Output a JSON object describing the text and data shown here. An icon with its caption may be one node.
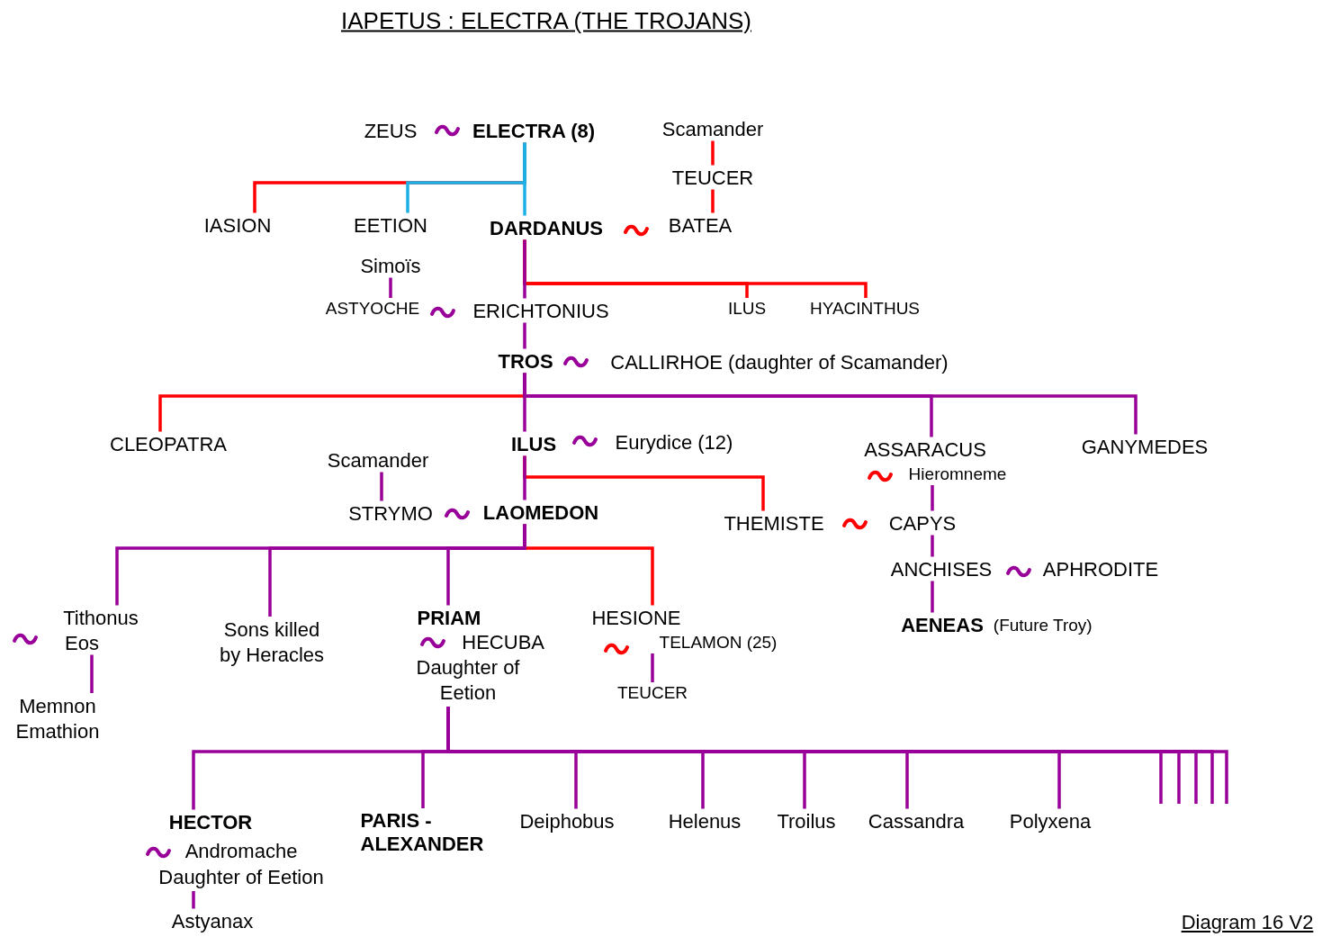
{
  "diagram": {
    "title": "IAPETUS : ELECTRA (THE TROJANS)",
    "nodes": [
      {
        "text": [
          "ZEUS"
        ]
      },
      {
        "text": [
          "ELECTRA (8)"
        ]
      },
      {
        "text": [
          "Scamander"
        ]
      },
      {
        "text": [
          "TEUCER"
        ]
      },
      {
        "text": [
          "IASION"
        ]
      },
      {
        "text": [
          "EETION"
        ]
      },
      {
        "text": [
          "DARDANUS"
        ]
      },
      {
        "text": [
          "BATEA"
        ]
      },
      {
        "text": [
          "Simoïs"
        ]
      },
      {
        "text": [
          "ASTYOCHE"
        ]
      },
      {
        "text": [
          "ERICHTONIUS"
        ]
      },
      {
        "text": [
          "ILUS"
        ]
      },
      {
        "text": [
          "HYACINTHUS"
        ]
      },
      {
        "text": [
          "TROS"
        ]
      },
      {
        "text": [
          "CALLIRHOE (daughter of Scamander)"
        ]
      },
      {
        "text": [
          "CLEOPATRA"
        ]
      },
      {
        "text": [
          "ILUS"
        ]
      },
      {
        "text": [
          "Eurydice (12)"
        ]
      },
      {
        "text": [
          "ASSARACUS"
        ]
      },
      {
        "text": [
          "GANYMEDES"
        ]
      },
      {
        "text": [
          "Scamander"
        ]
      },
      {
        "text": [
          "Hieromneme"
        ]
      },
      {
        "text": [
          "STRYMO"
        ]
      },
      {
        "text": [
          "LAOMEDON"
        ]
      },
      {
        "text": [
          "THEMISTE"
        ]
      },
      {
        "text": [
          "CAPYS"
        ]
      },
      {
        "text": [
          "ANCHISES"
        ]
      },
      {
        "text": [
          "APHRODITE"
        ]
      },
      {
        "text": [
          "AENEAS"
        ],
        "beside": [
          "(Future Troy)"
        ]
      },
      {
        "text": [
          "Tithonus"
        ]
      },
      {
        "text": [
          "Eos"
        ]
      },
      {
        "text": [
          "Sons killed by Heracles"
        ]
      },
      {
        "text": [
          "PRIAM"
        ]
      },
      {
        "text": [
          "HECUBA",
          "Daughter of Eetion"
        ]
      },
      {
        "text": [
          "HESIONE"
        ]
      },
      {
        "text": [
          "TELAMON (25)"
        ]
      },
      {
        "text": [
          "TEUCER"
        ]
      },
      {
        "text": [
          "Memnon",
          "Emathion"
        ]
      },
      {
        "text": [
          "HECTOR"
        ]
      },
      {
        "text": [
          "Andromache",
          "Daughter of Eetion"
        ]
      },
      {
        "text": [
          "Astyanax"
        ]
      },
      {
        "text": [
          "PARIS - ALEXANDER"
        ]
      },
      {
        "text": [
          "Deiphobus"
        ]
      },
      {
        "text": [
          "Helenus"
        ]
      },
      {
        "text": [
          "Troilus"
        ]
      },
      {
        "text": [
          "Cassandra"
        ]
      },
      {
        "text": [
          "Polyxena"
        ]
      }
    ],
    "edges": [
      {
        "from": 2,
        "to": 3,
        "arrow": "none",
        "color": "#ff0000"
      },
      {
        "from": 3,
        "to": 7,
        "arrow": "none",
        "color": "#ff0000"
      },
      {
        "from": 1,
        "to": 4,
        "arrow": "none",
        "color": "#ff0000"
      },
      {
        "from": 1,
        "to": 5,
        "arrow": "none",
        "color": "#1cb0e6"
      },
      {
        "from": 1,
        "to": 6,
        "arrow": "none",
        "color": "#1cb0e6"
      },
      {
        "from": 8,
        "to": 9,
        "arrow": "none"
      },
      {
        "from": 6,
        "to": 11,
        "arrow": "none",
        "color": "#ff0000"
      },
      {
        "from": 6,
        "to": 12,
        "arrow": "none",
        "color": "#ff0000"
      },
      {
        "from": 6,
        "to": 10,
        "arrow": "none"
      },
      {
        "from": 10,
        "to": 13,
        "arrow": "none"
      },
      {
        "from": 13,
        "to": 15,
        "arrow": "none",
        "color": "#ff0000"
      },
      {
        "from": 13,
        "to": 16,
        "arrow": "none"
      },
      {
        "from": 13,
        "to": 18,
        "arrow": "none"
      },
      {
        "from": 13,
        "to": 19,
        "arrow": "none"
      },
      {
        "from": 16,
        "to": 24,
        "arrow": "none",
        "color": "#ff0000"
      },
      {
        "from": 16,
        "to": 23,
        "arrow": "none"
      },
      {
        "from": 20,
        "to": 22,
        "arrow": "none"
      },
      {
        "from": 21,
        "to": 25,
        "arrow": "none"
      },
      {
        "from": 25,
        "to": 26,
        "arrow": "none"
      },
      {
        "from": 26,
        "to": 28,
        "arrow": "none"
      },
      {
        "from": 23,
        "to": 34,
        "arrow": "none",
        "color": "#ff0000"
      },
      {
        "from": 23,
        "to": 29,
        "arrow": "none"
      },
      {
        "from": 23,
        "to": 31,
        "arrow": "none"
      },
      {
        "from": 23,
        "to": 32,
        "arrow": "none"
      },
      {
        "from": 30,
        "to": 37,
        "arrow": "none"
      },
      {
        "from": 35,
        "to": 36,
        "arrow": "none"
      },
      {
        "from": 33,
        "to": 38,
        "arrow": "none"
      },
      {
        "from": 33,
        "to": 41,
        "arrow": "none"
      },
      {
        "from": 33,
        "to": 42,
        "arrow": "none"
      },
      {
        "from": 33,
        "to": 43,
        "arrow": "none"
      },
      {
        "from": 33,
        "to": 44,
        "arrow": "none"
      },
      {
        "from": 33,
        "to": 45,
        "arrow": "none"
      },
      {
        "from": 33,
        "to": 46,
        "arrow": "none"
      },
      {
        "from": 33,
        "to": null,
        "arrow": "none"
      },
      {
        "from": 33,
        "to": null,
        "arrow": "none"
      },
      {
        "from": 33,
        "to": null,
        "arrow": "none"
      },
      {
        "from": 33,
        "to": null,
        "arrow": "none"
      },
      {
        "from": 33,
        "to": null,
        "arrow": "none"
      },
      {
        "from": 39,
        "to": 40,
        "arrow": "none"
      }
    ],
    "labels": [
      "Diagram 16 V2"
    ]
  }
}
